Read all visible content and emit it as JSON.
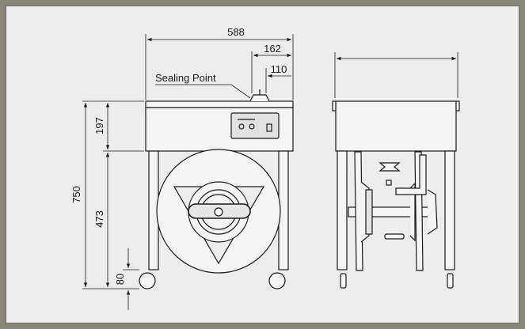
{
  "labels": {
    "sealing_point": "Sealing Point"
  },
  "dimensions": {
    "overall_width": "588",
    "top_offset_1": "162",
    "top_offset_2": "110",
    "overall_height": "750",
    "head_height": "197",
    "leg_height": "473",
    "wheel_height": "80"
  },
  "colors": {
    "background": "#ededed",
    "frame": "#8a8579",
    "line": "#1a1a1a",
    "body_fill": "#f4f4f4",
    "panel_fill": "#e2e2e2"
  }
}
